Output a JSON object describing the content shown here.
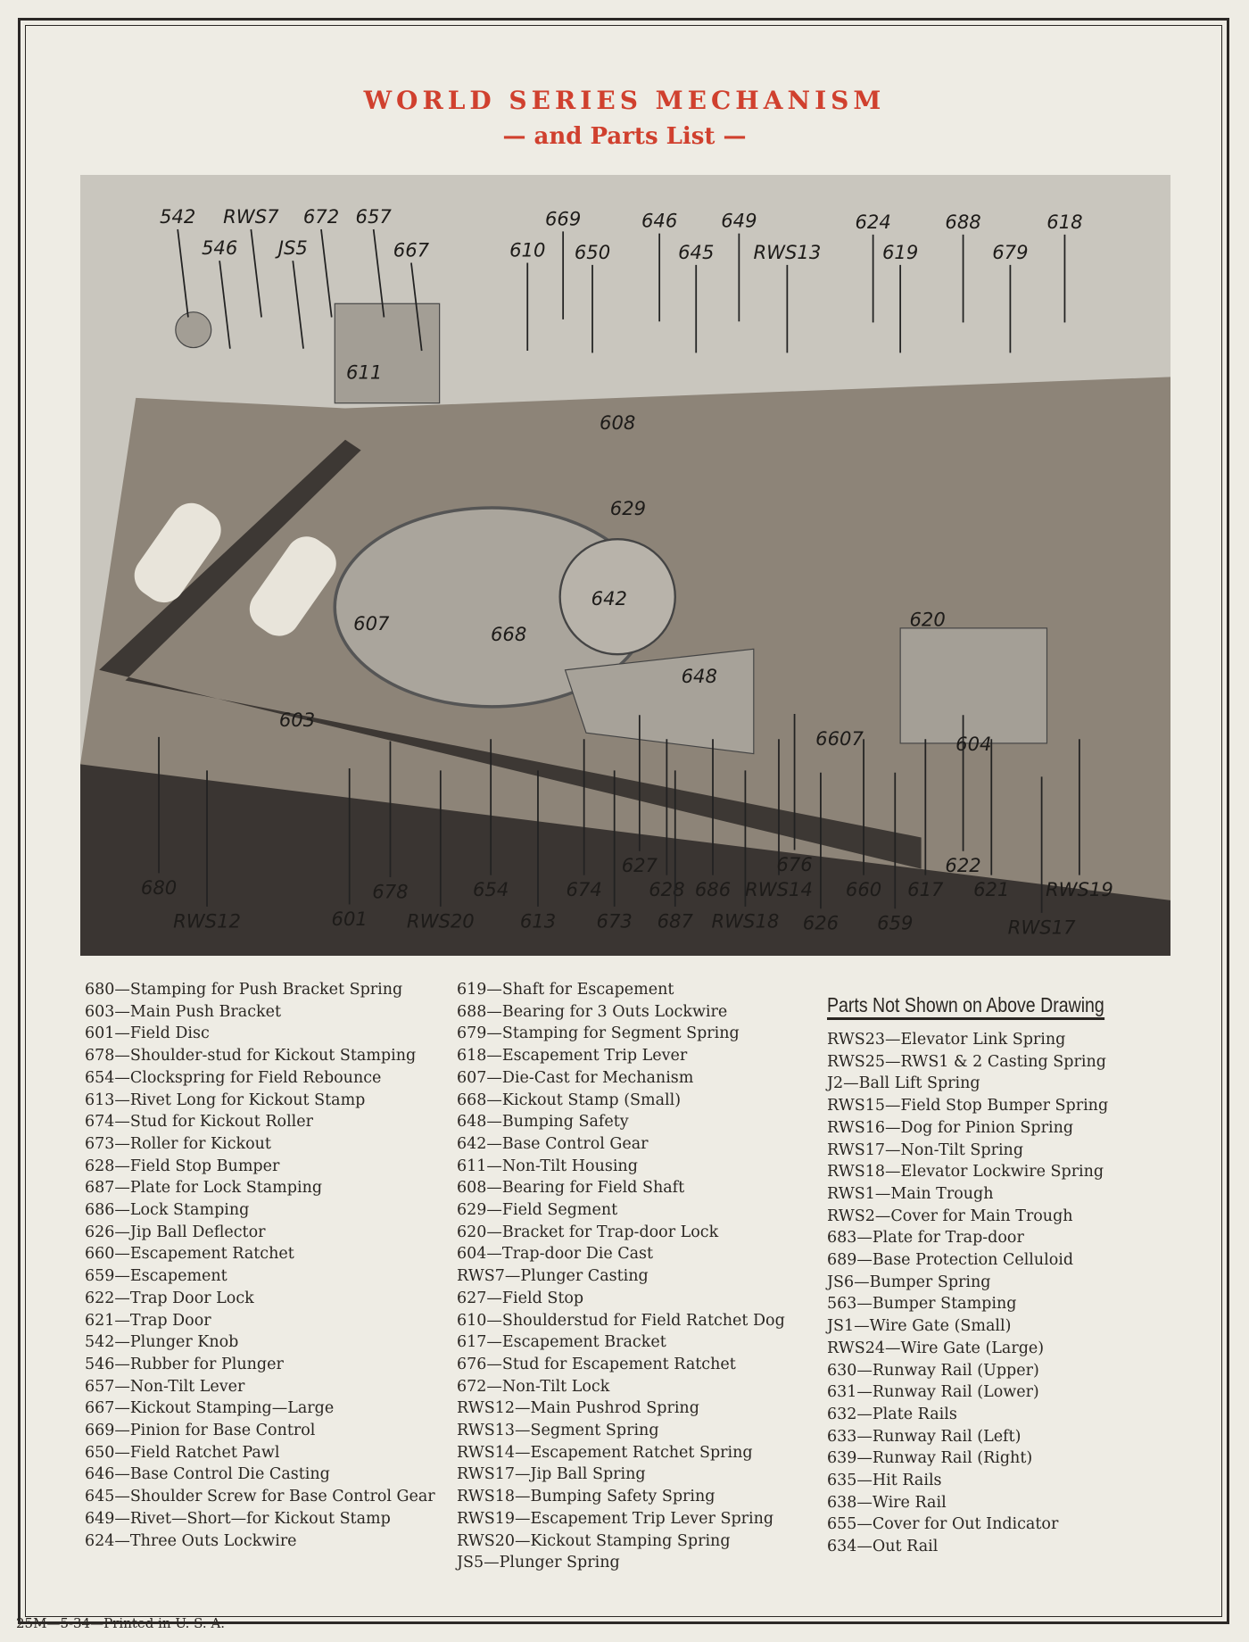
{
  "header": {
    "title": "WORLD SERIES MECHANISM",
    "subtitle": "— and Parts List —"
  },
  "diagram": {
    "callouts": [
      "542",
      "RWS7",
      "672",
      "657",
      "546",
      "JS5",
      "667",
      "669",
      "646",
      "649",
      "610",
      "650",
      "645",
      "RWS13",
      "624",
      "688",
      "618",
      "619",
      "679",
      "611",
      "608",
      "629",
      "642",
      "607",
      "668",
      "620",
      "648",
      "603",
      "6607",
      "604",
      "680",
      "RWS12",
      "678",
      "601",
      "654",
      "RWS20",
      "613",
      "674",
      "673",
      "627",
      "628",
      "687",
      "686",
      "RWS14",
      "676",
      "RWS18",
      "626",
      "660",
      "659",
      "617",
      "622",
      "621",
      "RWS19",
      "RWS17"
    ]
  },
  "parts_col1": [
    "680—Stamping for Push Bracket Spring",
    "603—Main Push Bracket",
    "601—Field Disc",
    "678—Shoulder-stud for Kickout Stamping",
    "654—Clockspring for Field Rebounce",
    "613—Rivet Long for Kickout Stamp",
    "674—Stud for Kickout Roller",
    "673—Roller for Kickout",
    "628—Field Stop Bumper",
    "687—Plate for Lock Stamping",
    "686—Lock Stamping",
    "626—Jip Ball Deflector",
    "660—Escapement Ratchet",
    "659—Escapement",
    "622—Trap Door Lock",
    "621—Trap Door",
    "542—Plunger Knob",
    "546—Rubber for Plunger",
    "657—Non-Tilt Lever",
    "667—Kickout Stamping—Large",
    "669—Pinion for Base Control",
    "650—Field Ratchet Pawl",
    "646—Base Control Die Casting",
    "645—Shoulder Screw for Base Control Gear",
    "649—Rivet—Short—for Kickout Stamp",
    "624—Three Outs Lockwire"
  ],
  "parts_col2": [
    "619—Shaft for Escapement",
    "688—Bearing for 3 Outs Lockwire",
    "679—Stamping for Segment Spring",
    "618—Escapement Trip Lever",
    "607—Die-Cast for Mechanism",
    "668—Kickout Stamp (Small)",
    "648—Bumping Safety",
    "642—Base Control Gear",
    "611—Non-Tilt Housing",
    "608—Bearing for Field Shaft",
    "629—Field Segment",
    "620—Bracket for Trap-door Lock",
    "604—Trap-door Die Cast",
    "RWS7—Plunger Casting",
    "627—Field Stop",
    "610—Shoulderstud for Field Ratchet Dog",
    "617—Escapement Bracket",
    "676—Stud for Escapement Ratchet",
    "672—Non-Tilt Lock",
    "RWS12—Main Pushrod Spring",
    "RWS13—Segment Spring",
    "RWS14—Escapement Ratchet Spring",
    "RWS17—Jip Ball Spring",
    "RWS18—Bumping Safety Spring",
    "RWS19—Escapement Trip Lever Spring",
    "RWS20—Kickout Stamping Spring",
    "JS5—Plunger Spring"
  ],
  "parts_not_shown": {
    "heading": "Parts Not Shown on Above Drawing",
    "items": [
      "RWS23—Elevator Link Spring",
      "RWS25—RWS1 & 2 Casting Spring",
      "J2—Ball Lift Spring",
      "RWS15—Field Stop Bumper Spring",
      "RWS16—Dog for Pinion Spring",
      "RWS17—Non-Tilt Spring",
      "RWS18—Elevator Lockwire Spring",
      "RWS1—Main Trough",
      "RWS2—Cover for Main Trough",
      "683—Plate for Trap-door",
      "689—Base Protection Celluloid",
      "JS6—Bumper Spring",
      "563—Bumper Stamping",
      "JS1—Wire Gate (Small)",
      "RWS24—Wire Gate (Large)",
      "630—Runway Rail (Upper)",
      "631—Runway Rail (Lower)",
      "632—Plate Rails",
      "633—Runway Rail (Left)",
      "639—Runway Rail (Right)",
      "635—Hit Rails",
      "638—Wire Rail",
      "655—Cover for Out Indicator",
      "634—Out Rail"
    ]
  },
  "footer": {
    "print_info": "25M—5-34—Printed in U. S. A."
  }
}
